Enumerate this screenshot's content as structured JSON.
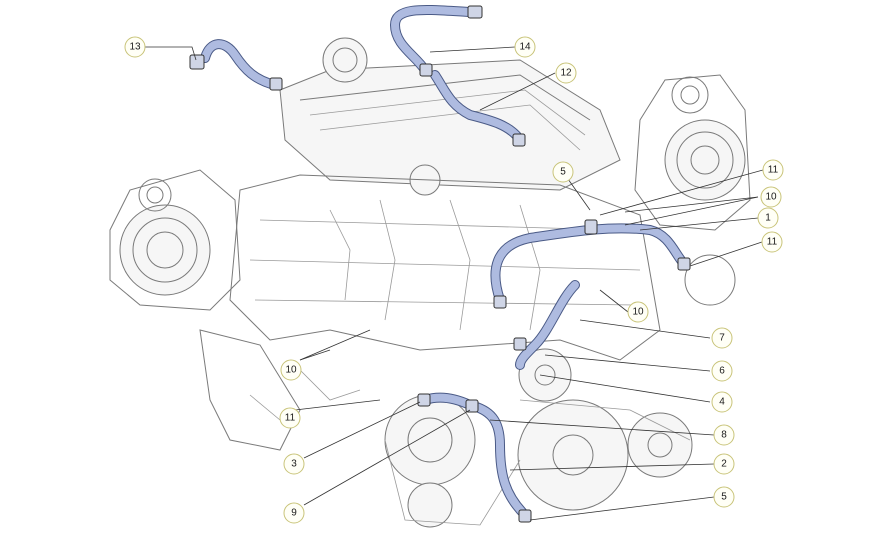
{
  "diagram": {
    "accent_color": "#aebbe0",
    "callouts": [
      {
        "id": "c13",
        "label": "13"
      },
      {
        "id": "c14",
        "label": "14"
      },
      {
        "id": "c12",
        "label": "12"
      },
      {
        "id": "c5a",
        "label": "5"
      },
      {
        "id": "c11a",
        "label": "11"
      },
      {
        "id": "c10a",
        "label": "10"
      },
      {
        "id": "c1",
        "label": "1"
      },
      {
        "id": "c11b",
        "label": "11"
      },
      {
        "id": "c10b",
        "label": "10"
      },
      {
        "id": "c7",
        "label": "7"
      },
      {
        "id": "c6",
        "label": "6"
      },
      {
        "id": "c4",
        "label": "4"
      },
      {
        "id": "c8",
        "label": "8"
      },
      {
        "id": "c2",
        "label": "2"
      },
      {
        "id": "c5b",
        "label": "5"
      },
      {
        "id": "c10c",
        "label": "10"
      },
      {
        "id": "c11c",
        "label": "11"
      },
      {
        "id": "c3",
        "label": "3"
      },
      {
        "id": "c9",
        "label": "9"
      }
    ]
  }
}
